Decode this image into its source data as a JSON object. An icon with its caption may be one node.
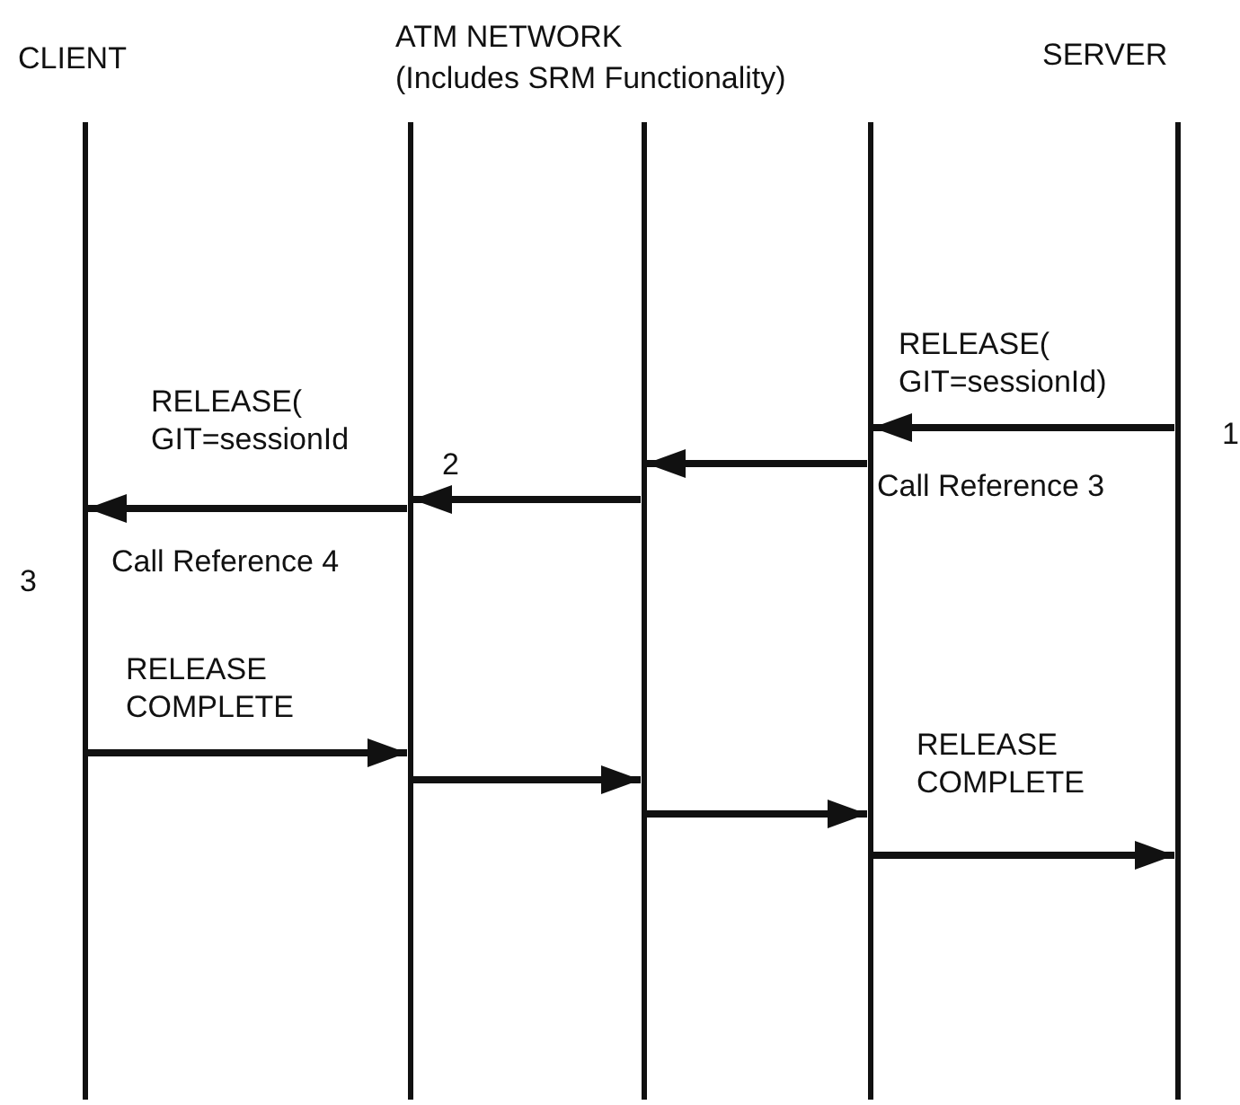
{
  "diagram": {
    "nodes": [
      {
        "text": [],
        "shape": "bar",
        "beside": [
          "CLIENT"
        ]
      },
      {
        "text": [],
        "shape": "bar"
      },
      {
        "text": [],
        "shape": "bar"
      },
      {
        "text": [],
        "shape": "bar"
      },
      {
        "text": [],
        "shape": "bar",
        "beside": [
          "SERVER"
        ]
      }
    ],
    "edges": [
      {
        "from": 4,
        "to": 3,
        "arrow": "to",
        "label": "RELEASE( GIT=sessionId)"
      },
      {
        "from": 3,
        "to": 2,
        "arrow": "to"
      },
      {
        "from": 2,
        "to": 1,
        "arrow": "to"
      },
      {
        "from": 1,
        "to": 0,
        "arrow": "to",
        "label": "RELEASE( GIT=sessionId"
      },
      {
        "from": 0,
        "to": 1,
        "arrow": "to",
        "label": "RELEASE COMPLETE"
      },
      {
        "from": 1,
        "to": 2,
        "arrow": "to"
      },
      {
        "from": 2,
        "to": 3,
        "arrow": "to"
      },
      {
        "from": 3,
        "to": 4,
        "arrow": "to",
        "label": "RELEASE COMPLETE"
      }
    ],
    "labels": [
      "ATM NETWORK",
      "(Includes SRM Functionality)",
      "1",
      "Call Reference 3",
      "2",
      "3",
      "Call Reference 4"
    ]
  }
}
